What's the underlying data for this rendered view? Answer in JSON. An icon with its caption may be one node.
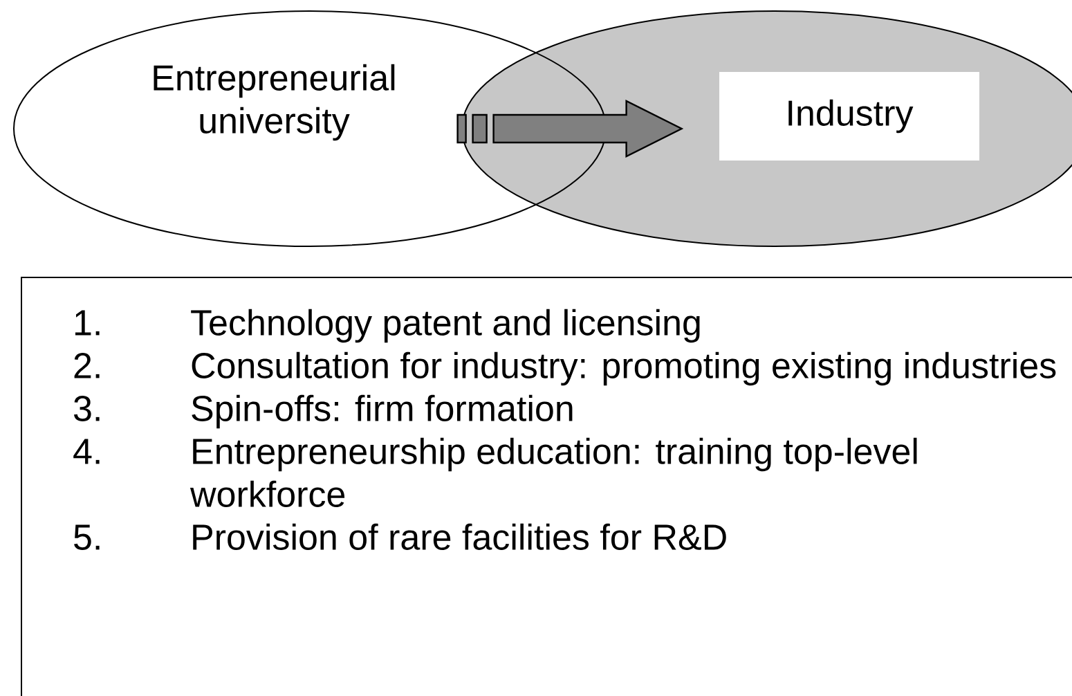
{
  "diagram": {
    "nodes": [
      {
        "text": [
          "Entrepreneurial university"
        ]
      },
      {
        "text": [],
        "shape": "ellipse"
      },
      {
        "text": [
          "Industry"
        ],
        "in": 1
      },
      {
        "text": [
          "1.",
          "Technology patent and licensing",
          "2.",
          "Consultation for industry: promoting existing industries",
          "3.",
          "Spin-offs: firm formation",
          "4.",
          "Entrepreneurship education: training top-level workforce",
          "5.",
          "Provision of rare facilities for R&D"
        ]
      }
    ],
    "edges": [
      {
        "from": 0,
        "to": 2,
        "arrow": "to",
        "style": "thick"
      }
    ]
  }
}
